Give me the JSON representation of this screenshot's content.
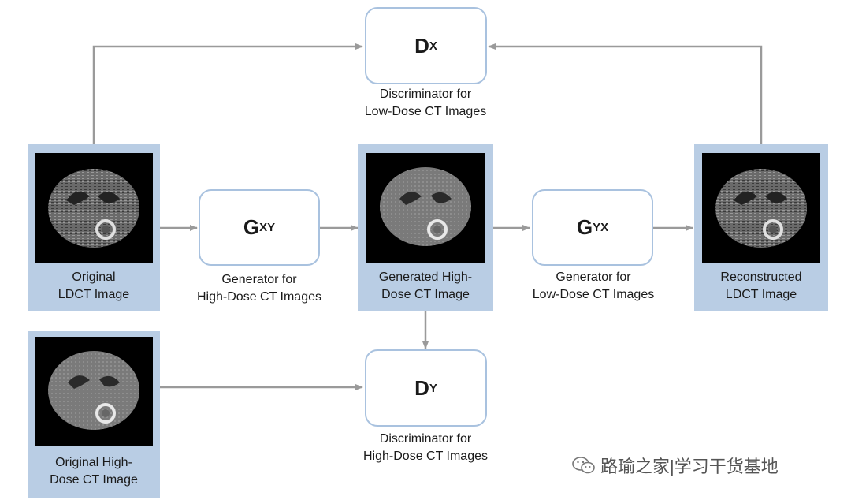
{
  "nodes": {
    "dx": {
      "main": "D",
      "sub": "X",
      "caption": [
        "Discriminator for",
        "Low-Dose CT Images"
      ]
    },
    "gxy": {
      "main": "G",
      "sub": "XY",
      "caption": [
        "Generator for",
        "High-Dose CT Images"
      ]
    },
    "gyx": {
      "main": "G",
      "sub": "YX",
      "caption": [
        "Generator for",
        "Low-Dose CT Images"
      ]
    },
    "dy": {
      "main": "D",
      "sub": "Y",
      "caption": [
        "Discriminator for",
        "High-Dose CT Images"
      ]
    }
  },
  "images": {
    "original_ldct": [
      "Original",
      "LDCT Image"
    ],
    "generated_hdct": [
      "Generated High-",
      "Dose CT Image"
    ],
    "reconstructed_ldct": [
      "Reconstructed",
      "LDCT Image"
    ],
    "original_hdct": [
      "Original High-",
      "Dose CT Image"
    ]
  },
  "watermark": "路瑜之家|学习干货基地",
  "colors": {
    "panel": "#b9cde4",
    "box_border": "#a9c2df",
    "arrow": "#9a9a9a"
  }
}
